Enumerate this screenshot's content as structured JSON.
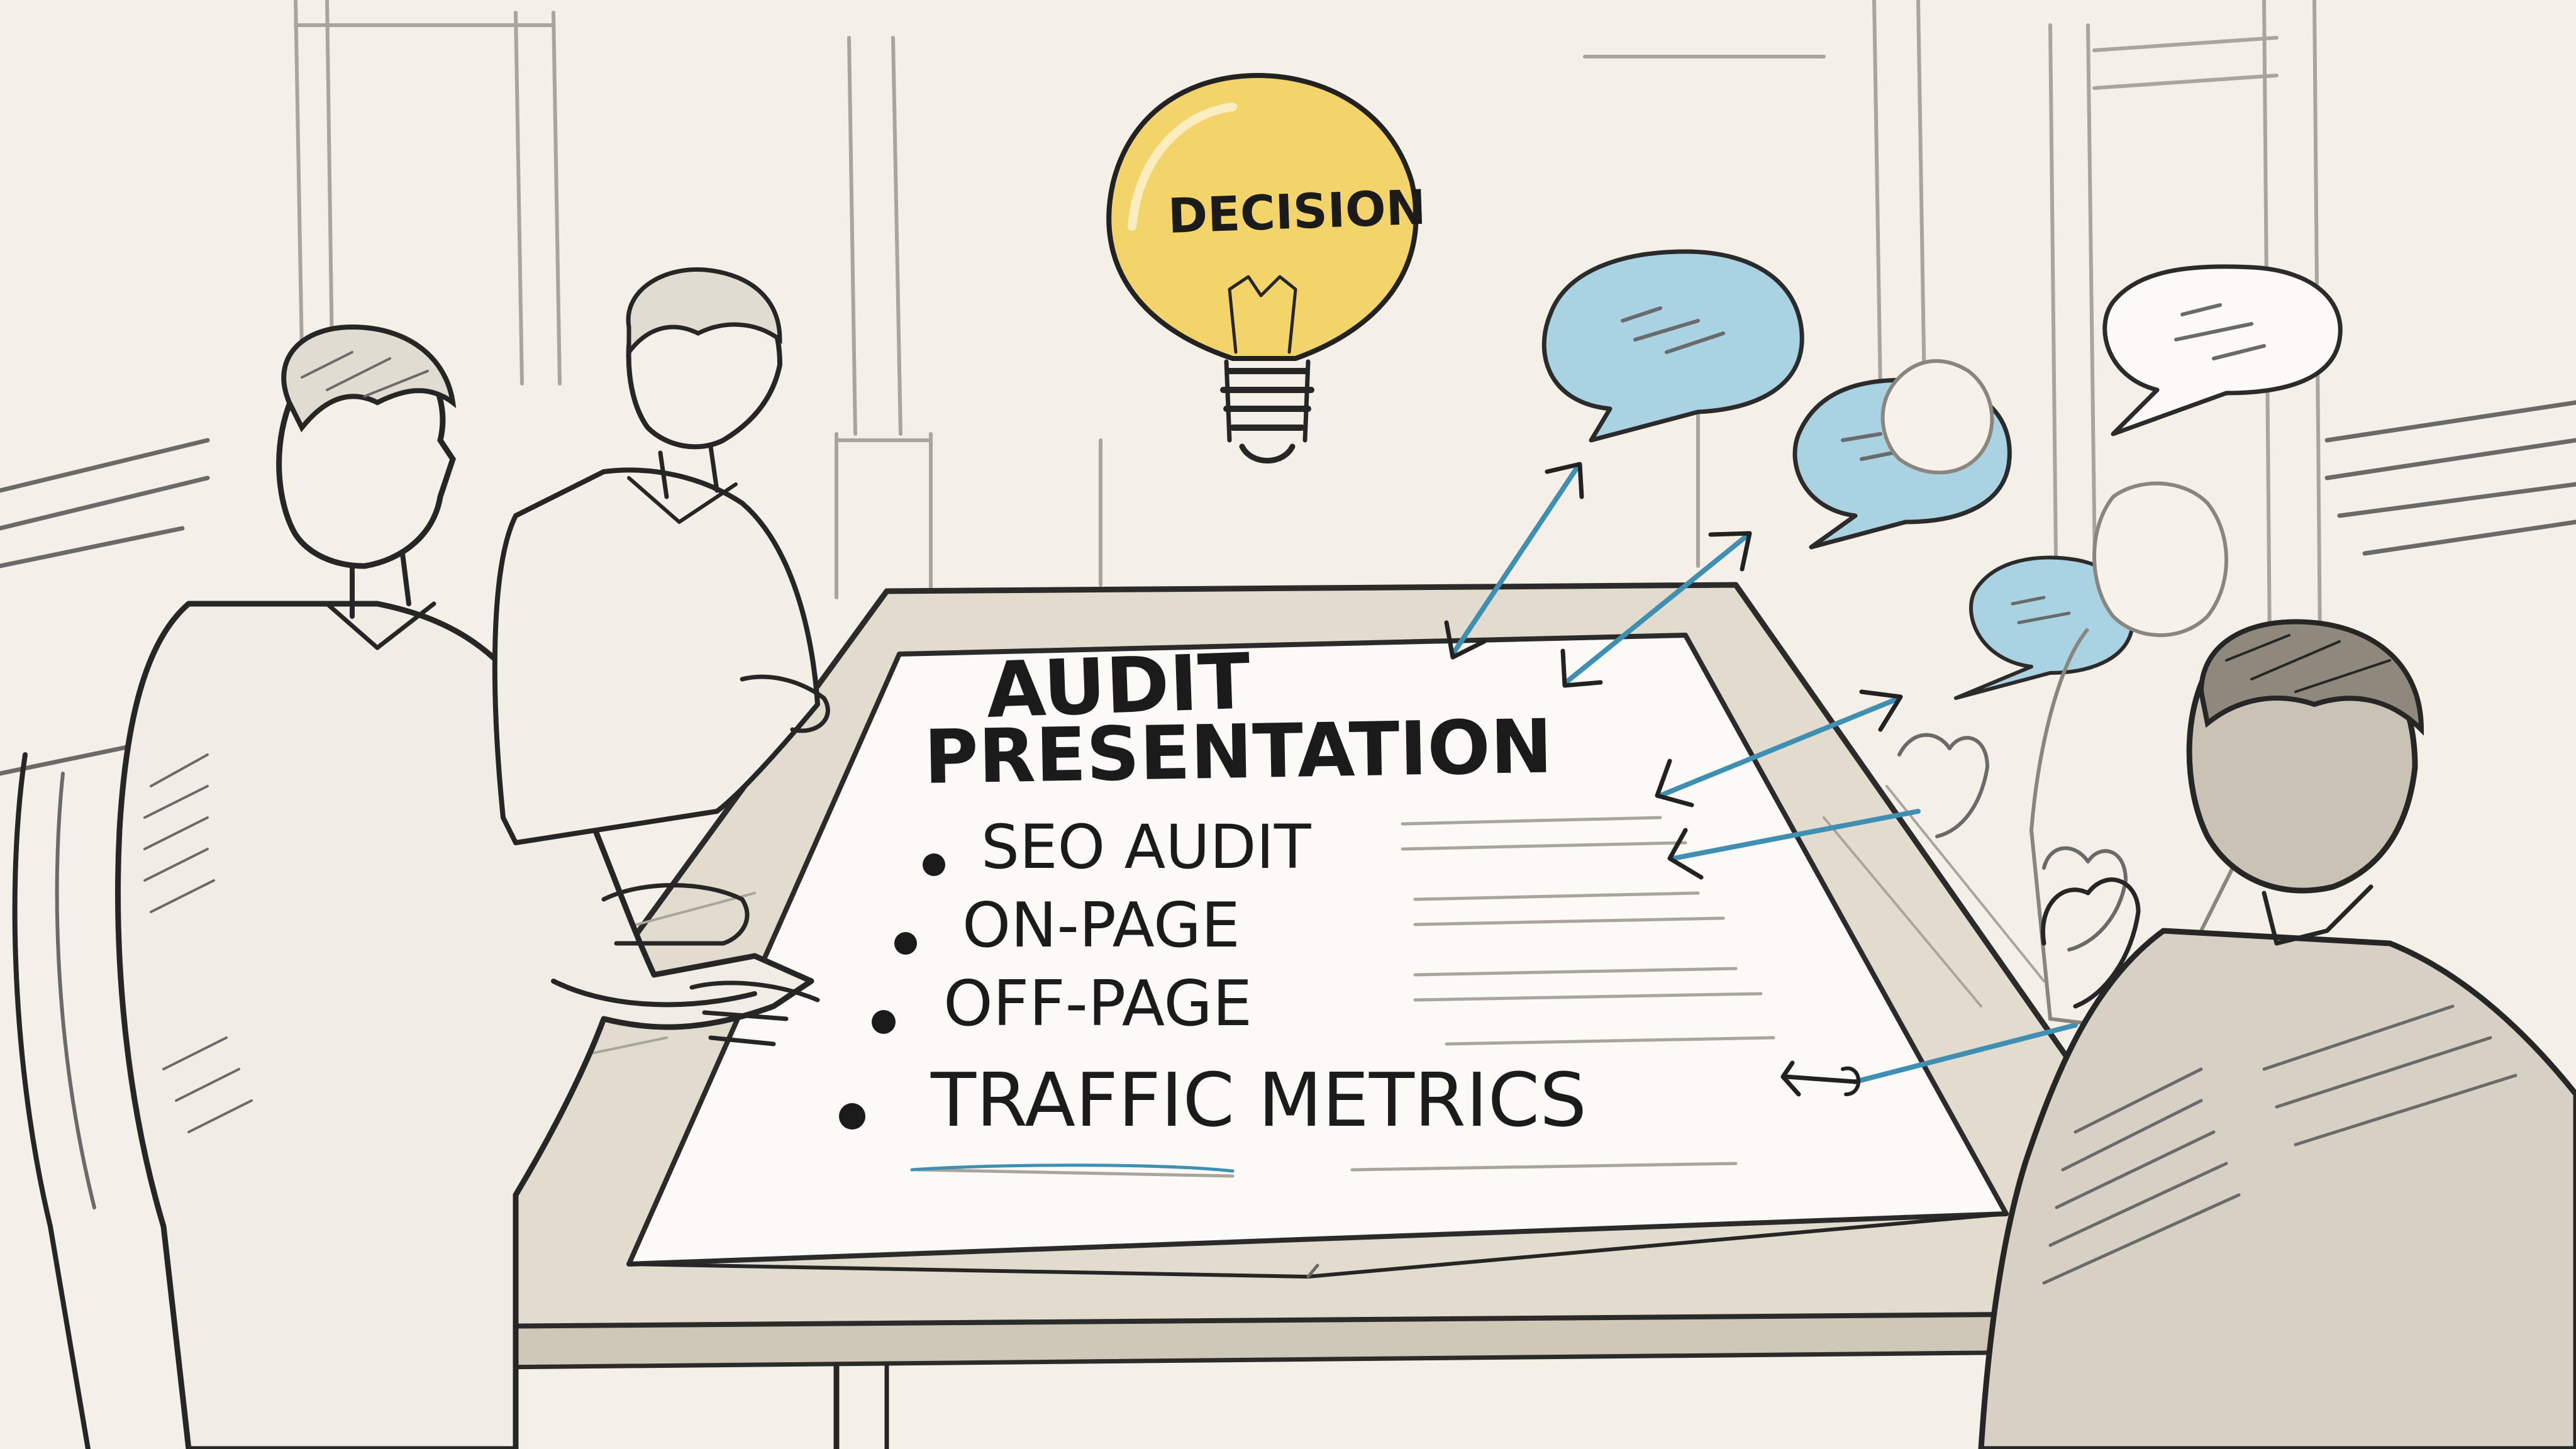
{
  "bulb": {
    "label": "DECISION"
  },
  "paper": {
    "title_line1": "AUDIT",
    "title_line2": "PRESENTATION",
    "bullets": [
      "SEO AUDIT",
      "ON-PAGE",
      "OFF-PAGE",
      "TRAFFIC METRICS"
    ]
  },
  "colors": {
    "background": "#f4f0e8",
    "ink": "#1b1b1b",
    "bulb_yellow": "#f3d46a",
    "bubble_blue": "#a9d3e3",
    "arrow_blue": "#3f8fb3",
    "paper": "#fbfaf6",
    "table": "#ded8cc"
  },
  "icons": [
    "lightbulb-icon",
    "speech-bubble-icon",
    "double-arrow-icon",
    "bullet-icon"
  ]
}
